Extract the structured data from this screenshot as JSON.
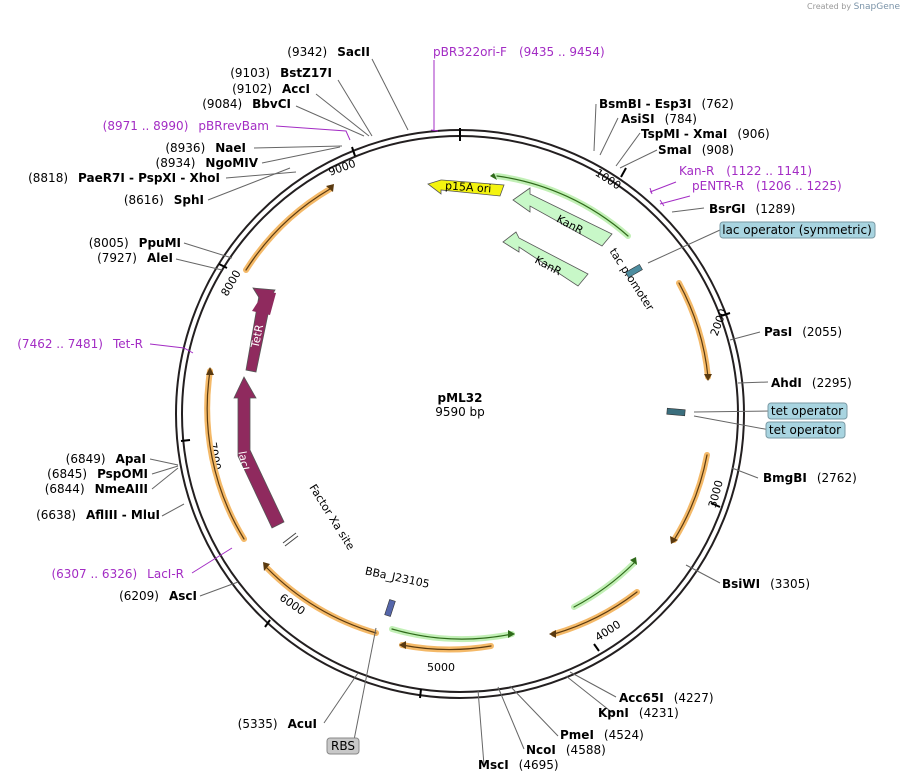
{
  "credit": {
    "prefix": "Created by",
    "brand": "SnapGene"
  },
  "plasmid": {
    "name": "pML32",
    "size": "9590 bp"
  },
  "tick_labels": [
    "1000",
    "2000",
    "3000",
    "4000",
    "5000",
    "6000",
    "7000",
    "8000",
    "9000"
  ],
  "enzymes": [
    {
      "pos": "(9342)",
      "name": "SacII"
    },
    {
      "pos": "(9103)",
      "name": "BstZ17I"
    },
    {
      "pos": "(9102)",
      "name": "AccI"
    },
    {
      "pos": "(9084)",
      "name": "BbvCI"
    },
    {
      "pos": "(8936)",
      "name": "NaeI"
    },
    {
      "pos": "(8934)",
      "name": "NgoMIV"
    },
    {
      "pos": "(8818)",
      "name": "PaeR7I - PspXI - XhoI"
    },
    {
      "pos": "(8616)",
      "name": "SphI"
    },
    {
      "pos": "(8005)",
      "name": "PpuMI"
    },
    {
      "pos": "(7927)",
      "name": "AleI"
    },
    {
      "pos": "(6849)",
      "name": "ApaI"
    },
    {
      "pos": "(6845)",
      "name": "PspOMI"
    },
    {
      "pos": "(6844)",
      "name": "NmeAIII"
    },
    {
      "pos": "(6638)",
      "name": "AflIII - MluI"
    },
    {
      "pos": "(6209)",
      "name": "AscI"
    },
    {
      "pos": "(5335)",
      "name": "AcuI"
    },
    {
      "pos": "(762)",
      "name": "BsmBI - Esp3I"
    },
    {
      "pos": "(784)",
      "name": "AsiSI"
    },
    {
      "pos": "(906)",
      "name": "TspMI - XmaI"
    },
    {
      "pos": "(908)",
      "name": "SmaI"
    },
    {
      "pos": "(1289)",
      "name": "BsrGI"
    },
    {
      "pos": "(2055)",
      "name": "PasI"
    },
    {
      "pos": "(2295)",
      "name": "AhdI"
    },
    {
      "pos": "(2762)",
      "name": "BmgBI"
    },
    {
      "pos": "(3305)",
      "name": "BsiWI"
    },
    {
      "pos": "(4227)",
      "name": "Acc65I"
    },
    {
      "pos": "(4231)",
      "name": "KpnI"
    },
    {
      "pos": "(4524)",
      "name": "PmeI"
    },
    {
      "pos": "(4588)",
      "name": "NcoI"
    },
    {
      "pos": "(4695)",
      "name": "MscI"
    }
  ],
  "primers": [
    {
      "name": "pBR322ori-F",
      "range": "(9435 .. 9454)"
    },
    {
      "name": "pBRrevBam",
      "range": "(8971 .. 8990)"
    },
    {
      "name": "Kan-R",
      "range": "(1122 .. 1141)"
    },
    {
      "name": "pENTR-R",
      "range": "(1206 .. 1225)"
    },
    {
      "name": "Tet-R",
      "range": "(7462 .. 7481)"
    },
    {
      "name": "LacI-R",
      "range": "(6307 .. 6326)"
    }
  ],
  "boxed_features": [
    "lac operator (symmetric)",
    "tet operator",
    "tet operator",
    "RBS"
  ],
  "features": [
    "p15A ori",
    "KanR",
    "KanR",
    "tac promoter",
    "TetR",
    "lacI",
    "Factor Xa site",
    "BBa_J23105"
  ],
  "colors": {
    "backbone": "#231f20",
    "orf_orange": "#f4b968",
    "orf_green": "#c2f0b6",
    "ori": "#f4f40f",
    "resistance": "#c8f8c8",
    "regulator": "#8f2a5e",
    "primer": "#a32cc4",
    "box_blue": "#a8d4e0",
    "box_gray": "#c8c8c8"
  }
}
